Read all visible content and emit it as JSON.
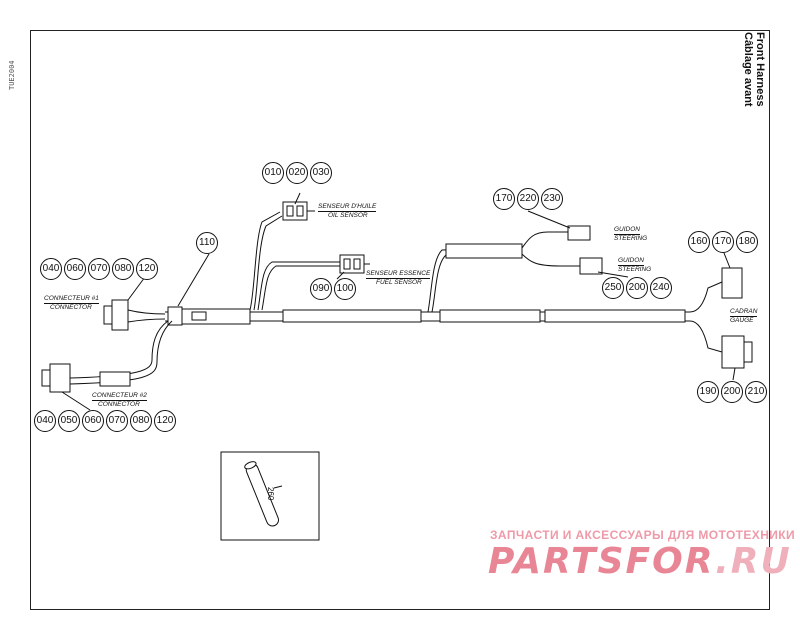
{
  "diagram": {
    "side_code": "TUE2004",
    "title": [
      "Front Harness",
      "Câblage avant"
    ],
    "labels": {
      "oil_sensor": [
        "SENSEUR D'HUILE",
        "OIL SENSOR"
      ],
      "fuel_sensor": [
        "SENSEUR ESSENCE",
        "FUEL SENSOR"
      ],
      "connector1": [
        "CONNECTEUR #1",
        "CONNECTOR"
      ],
      "connector2": [
        "CONNECTEUR #2",
        "CONNECTOR"
      ],
      "steering1": [
        "GUIDON",
        "STEERING"
      ],
      "steering2": [
        "GUIDON",
        "STEERING"
      ],
      "gauge": [
        "CADRAN",
        "GAUGE"
      ]
    },
    "callouts": {
      "oil_sensor": [
        "010",
        "020",
        "030"
      ],
      "single_110": [
        "110"
      ],
      "connector1": [
        "040",
        "060",
        "070",
        "080",
        "120"
      ],
      "connector2": [
        "040",
        "050",
        "060",
        "070",
        "080",
        "120"
      ],
      "fuel_sensor": [
        "090",
        "100"
      ],
      "steering_top": [
        "170",
        "220",
        "230"
      ],
      "steering_bottom": [
        "250",
        "200",
        "240"
      ],
      "gauge_top": [
        "160",
        "170",
        "180"
      ],
      "gauge_bottom": [
        "190",
        "200",
        "210"
      ],
      "tube": [
        "260"
      ]
    }
  },
  "watermark": {
    "line1": "ЗАПЧАСТИ И АКСЕССУАРЫ ДЛЯ МОТОТЕХНИКИ",
    "line2_main": "PARTSFOR",
    "line2_dot": ".RU"
  }
}
